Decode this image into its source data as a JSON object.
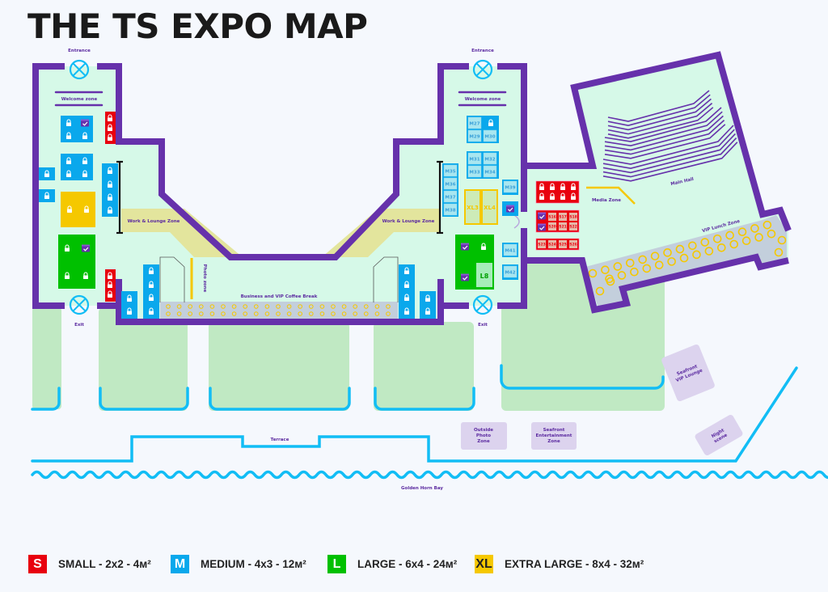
{
  "title": "THE TS EXPO MAP",
  "colors": {
    "wall": "#6631ab",
    "floor": "#d6f9e8",
    "lawn": "#c0e9c3",
    "sea": "#12bdf5",
    "small": "#e8000e",
    "medium": "#0aa8ec",
    "large": "#00c000",
    "xl": "#f5c800",
    "zone": "#dcd3ee"
  },
  "labels": {
    "entrance_left": "Entrance",
    "entrance_right": "Entrance",
    "exit_left": "Exit",
    "exit_right": "Exit",
    "welcome_left": "Welcome zone",
    "welcome_right": "Welcome zone",
    "lounge_left": "Work & Lounge Zone",
    "lounge_right": "Work & Lounge Zone",
    "photo_zone": "Photo zone",
    "coffee_break": "Business and VIP Coffee Break",
    "media_zone": "Media Zone",
    "main_hall": "Main Hall",
    "vip_lunch": "VIP Lunch Zone",
    "terrace": "Terrace",
    "outside_photo": [
      "Outside",
      "Photo",
      "Zone"
    ],
    "seafront_ent": [
      "Seafront",
      "Entertainment",
      "Zone"
    ],
    "seafront_vip": [
      "Seafront",
      "VIP Lounge"
    ],
    "night_scene": [
      "Night",
      "scene"
    ],
    "bay": "Golden Horn Bay"
  },
  "booths": {
    "M27": "M27",
    "M29": "M29",
    "M30": "M30",
    "M31": "M31",
    "M32": "M32",
    "M33": "M33",
    "M34": "M34",
    "M35": "M35",
    "M36": "M36",
    "M37": "M37",
    "M38": "M38",
    "M39": "M39",
    "M41": "M41",
    "M42": "M42",
    "XL3": "XL3",
    "XL4": "XL4",
    "L8": "L8",
    "S16": "S16",
    "S17": "S17",
    "S18": "S18",
    "S20": "S20",
    "S21": "S21",
    "S22": "S22",
    "S23": "S23",
    "S24": "S24",
    "S25": "S25",
    "S26": "S26"
  },
  "legend": [
    {
      "code": "S",
      "text": "SMALL - 2x2 - 4м²",
      "color": "#e8000e"
    },
    {
      "code": "M",
      "text": "MEDIUM - 4x3 - 12м²",
      "color": "#0aa8ec"
    },
    {
      "code": "L",
      "text": "LARGE - 6x4 - 24м²",
      "color": "#00c000"
    },
    {
      "code": "XL",
      "text": "EXTRA LARGE - 8x4 - 32м²",
      "color": "#f5c800"
    }
  ]
}
